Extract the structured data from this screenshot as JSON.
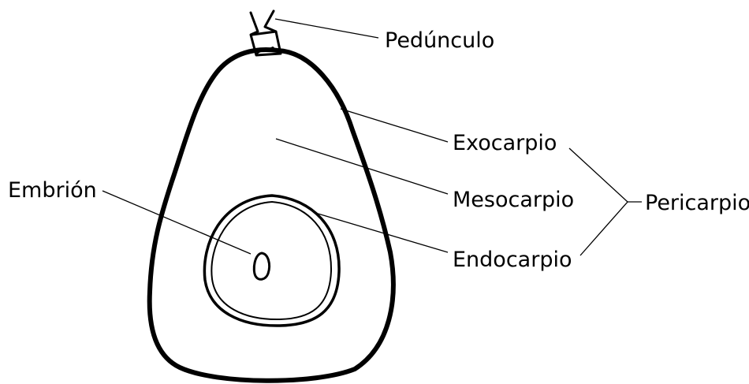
{
  "labels": {
    "peduncle": "Pedúnculo",
    "exocarp": "Exocarpio",
    "mesocarp": "Mesocarpio",
    "endocarp": "Endocarpio",
    "embryo": "Embrión",
    "pericarp": "Pericarpio"
  },
  "colors": {
    "line": "#000000",
    "background": "#ffffff"
  }
}
